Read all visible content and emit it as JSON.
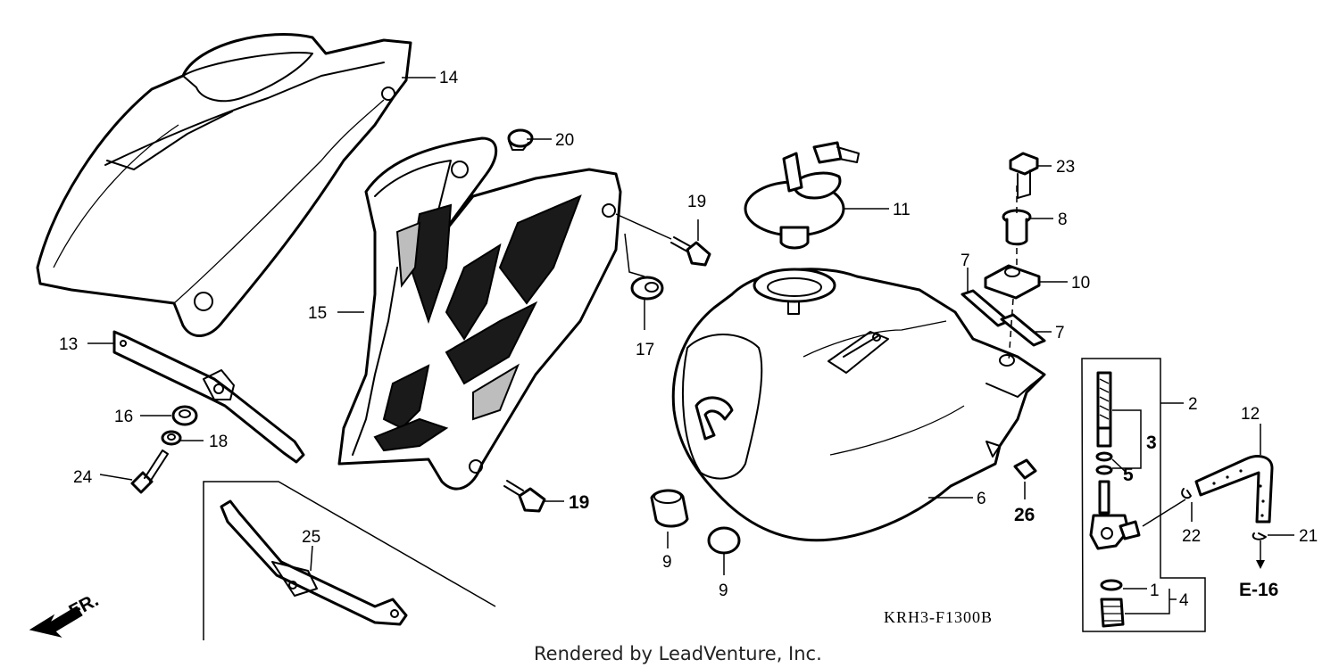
{
  "diagram_code": "KRH3-F1300B",
  "credit": "Rendered by LeadVenture, Inc.",
  "front_marker": "FR.",
  "reference": "E-16",
  "callouts": {
    "c1": "1",
    "c2": "2",
    "c3": "3",
    "c4": "4",
    "c5": "5",
    "c6": "6",
    "c7a": "7",
    "c7b": "7",
    "c8": "8",
    "c9a": "9",
    "c9b": "9",
    "c10": "10",
    "c11": "11",
    "c12": "12",
    "c13": "13",
    "c14": "14",
    "c15": "15",
    "c16": "16",
    "c17": "17",
    "c18": "18",
    "c19a": "19",
    "c19b": "19",
    "c20": "20",
    "c21": "21",
    "c22": "22",
    "c23": "23",
    "c24": "24",
    "c25": "25",
    "c26": "26"
  },
  "colors": {
    "line": "#000000",
    "background": "#ffffff"
  }
}
